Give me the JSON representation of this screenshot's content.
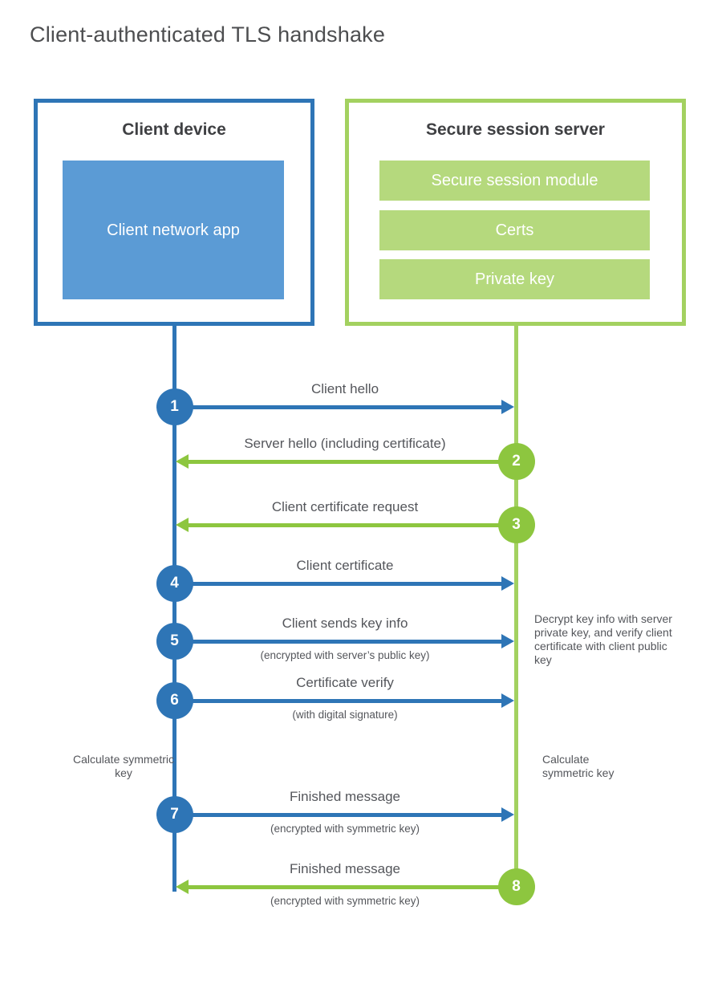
{
  "title": "Client-authenticated TLS handshake",
  "colors": {
    "blue": "#2e75b6",
    "blue_light": "#5b9bd5",
    "green": "#8dc63f",
    "green_mid": "#a3d160",
    "green_pale": "#b5d97d",
    "text_gray": "#54565b",
    "heading_gray": "#3f4043"
  },
  "client_box": {
    "title": "Client device",
    "app_label": "Client network app"
  },
  "server_box": {
    "title": "Secure session server",
    "modules": [
      "Secure session module",
      "Certs",
      "Private key"
    ]
  },
  "steps": [
    {
      "number": "1",
      "direction": "right",
      "label": "Client hello",
      "sublabel": ""
    },
    {
      "number": "2",
      "direction": "left",
      "label": "Server hello (including certificate)",
      "sublabel": ""
    },
    {
      "number": "3",
      "direction": "left",
      "label": "Client certificate request",
      "sublabel": ""
    },
    {
      "number": "4",
      "direction": "right",
      "label": "Client certificate",
      "sublabel": ""
    },
    {
      "number": "5",
      "direction": "right",
      "label": "Client sends key info",
      "sublabel": "(encrypted with server’s public key)"
    },
    {
      "number": "6",
      "direction": "right",
      "label": "Certificate verify",
      "sublabel": "(with digital signature)"
    },
    {
      "number": "7",
      "direction": "right",
      "label": "Finished message",
      "sublabel": "(encrypted with symmetric key)"
    },
    {
      "number": "8",
      "direction": "left",
      "label": "Finished message",
      "sublabel": "(encrypted with symmetric key)"
    }
  ],
  "notes": {
    "decrypt": "Decrypt key info with server private key, and verify client certificate with client public key",
    "calc_left": "Calculate symmetric key",
    "calc_right": "Calculate symmetric key"
  }
}
